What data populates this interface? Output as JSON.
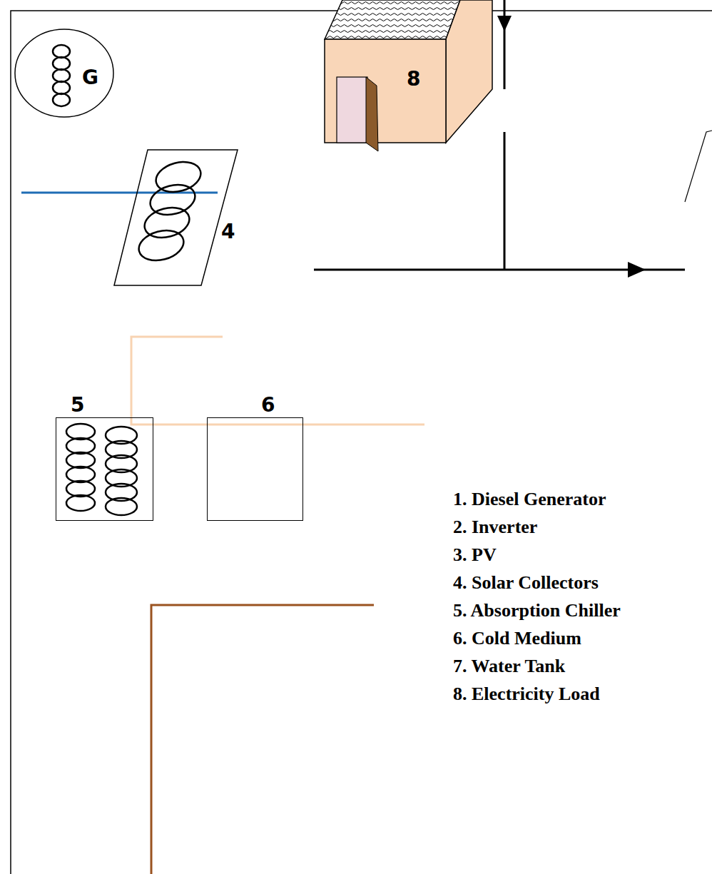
{
  "diagram": {
    "nodes": [
      {
        "text": [
          "G"
        ]
      },
      {
        "text": [
          "8"
        ]
      },
      {
        "text": [
          "4"
        ]
      },
      {
        "text": [
          "5"
        ]
      },
      {
        "text": [
          "6"
        ]
      }
    ],
    "labels": [
      "1. Diesel Generator",
      "2. Inverter",
      "3. PV",
      "4. Solar Collectors",
      "5. Absorption Chiller",
      "6. Cold Medium",
      "7. Water Tank",
      "8. Electricity Load"
    ]
  }
}
